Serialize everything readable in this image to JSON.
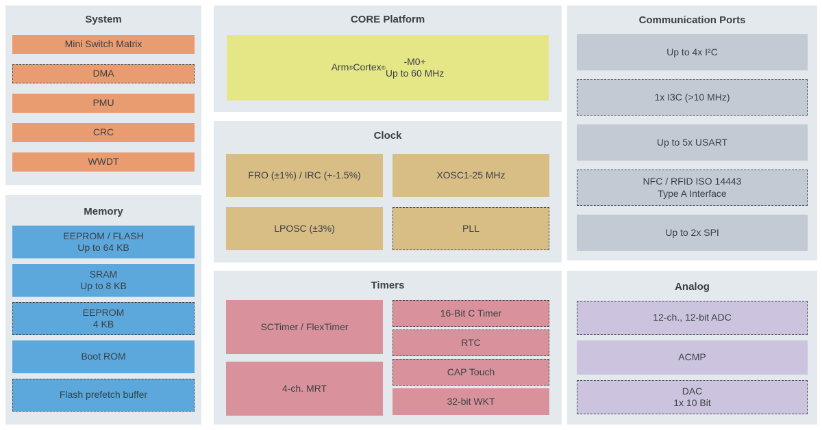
{
  "colors": {
    "page_bg": "#FFFFFF",
    "panel_bg": "#E3E9EC",
    "system_block": "#E99C70",
    "memory_block": "#5CA7DB",
    "core_block": "#E5E685",
    "clock_block": "#D8BD85",
    "timers_block": "#D9929B",
    "comm_block": "#C2CBD4",
    "analog_block": "#CCC4DE",
    "text": "#3A4046",
    "dashed_border": "#45494E"
  },
  "panels": {
    "system": {
      "title": "System",
      "blocks": [
        {
          "label": "Mini Switch Matrix",
          "dashed": false
        },
        {
          "label": "DMA",
          "dashed": true
        },
        {
          "label": "PMU",
          "dashed": false
        },
        {
          "label": "CRC",
          "dashed": false
        },
        {
          "label": "WWDT",
          "dashed": false
        }
      ]
    },
    "memory": {
      "title": "Memory",
      "blocks": [
        {
          "label": "EEPROM / FLASH\nUp to 64 KB",
          "dashed": false
        },
        {
          "label": "SRAM\nUp to 8 KB",
          "dashed": false
        },
        {
          "label": "EEPROM\n4 KB",
          "dashed": true
        },
        {
          "label": "Boot ROM",
          "dashed": false
        },
        {
          "label": "Flash prefetch buffer",
          "dashed": true
        }
      ]
    },
    "core": {
      "title": "CORE Platform",
      "blocks": [
        {
          "label": "Arm® Cortex®-M0+\nUp to 60 MHz",
          "dashed": false
        }
      ]
    },
    "clock": {
      "title": "Clock",
      "blocks": [
        {
          "label": "FRO (±1%) / IRC (+-1.5%)",
          "dashed": false
        },
        {
          "label": "XOSC1-25 MHz",
          "dashed": false
        },
        {
          "label": "LPOSC (±3%)",
          "dashed": false
        },
        {
          "label": "PLL",
          "dashed": true
        }
      ]
    },
    "timers": {
      "title": "Timers",
      "left_blocks": [
        {
          "label": "SCTimer / FlexTimer",
          "dashed": false
        },
        {
          "label": "4-ch. MRT",
          "dashed": false
        }
      ],
      "right_blocks": [
        {
          "label": "16-Bit C Timer",
          "dashed": true
        },
        {
          "label": "RTC",
          "dashed": true
        },
        {
          "label": "CAP Touch",
          "dashed": true
        },
        {
          "label": "32-bit WKT",
          "dashed": false
        }
      ]
    },
    "comm": {
      "title": "Communication Ports",
      "blocks": [
        {
          "label": "Up to 4x I²C",
          "dashed": false
        },
        {
          "label": "1x I3C (>10 MHz)",
          "dashed": true
        },
        {
          "label": "Up to 5x USART",
          "dashed": false
        },
        {
          "label": "NFC / RFID ISO 14443\nType A Interface",
          "dashed": true
        },
        {
          "label": "Up to 2x SPI",
          "dashed": false
        }
      ]
    },
    "analog": {
      "title": "Analog",
      "blocks": [
        {
          "label": "12-ch., 12-bit ADC",
          "dashed": true
        },
        {
          "label": "ACMP",
          "dashed": false
        },
        {
          "label": "DAC\n1x 10 Bit",
          "dashed": true
        }
      ]
    }
  }
}
